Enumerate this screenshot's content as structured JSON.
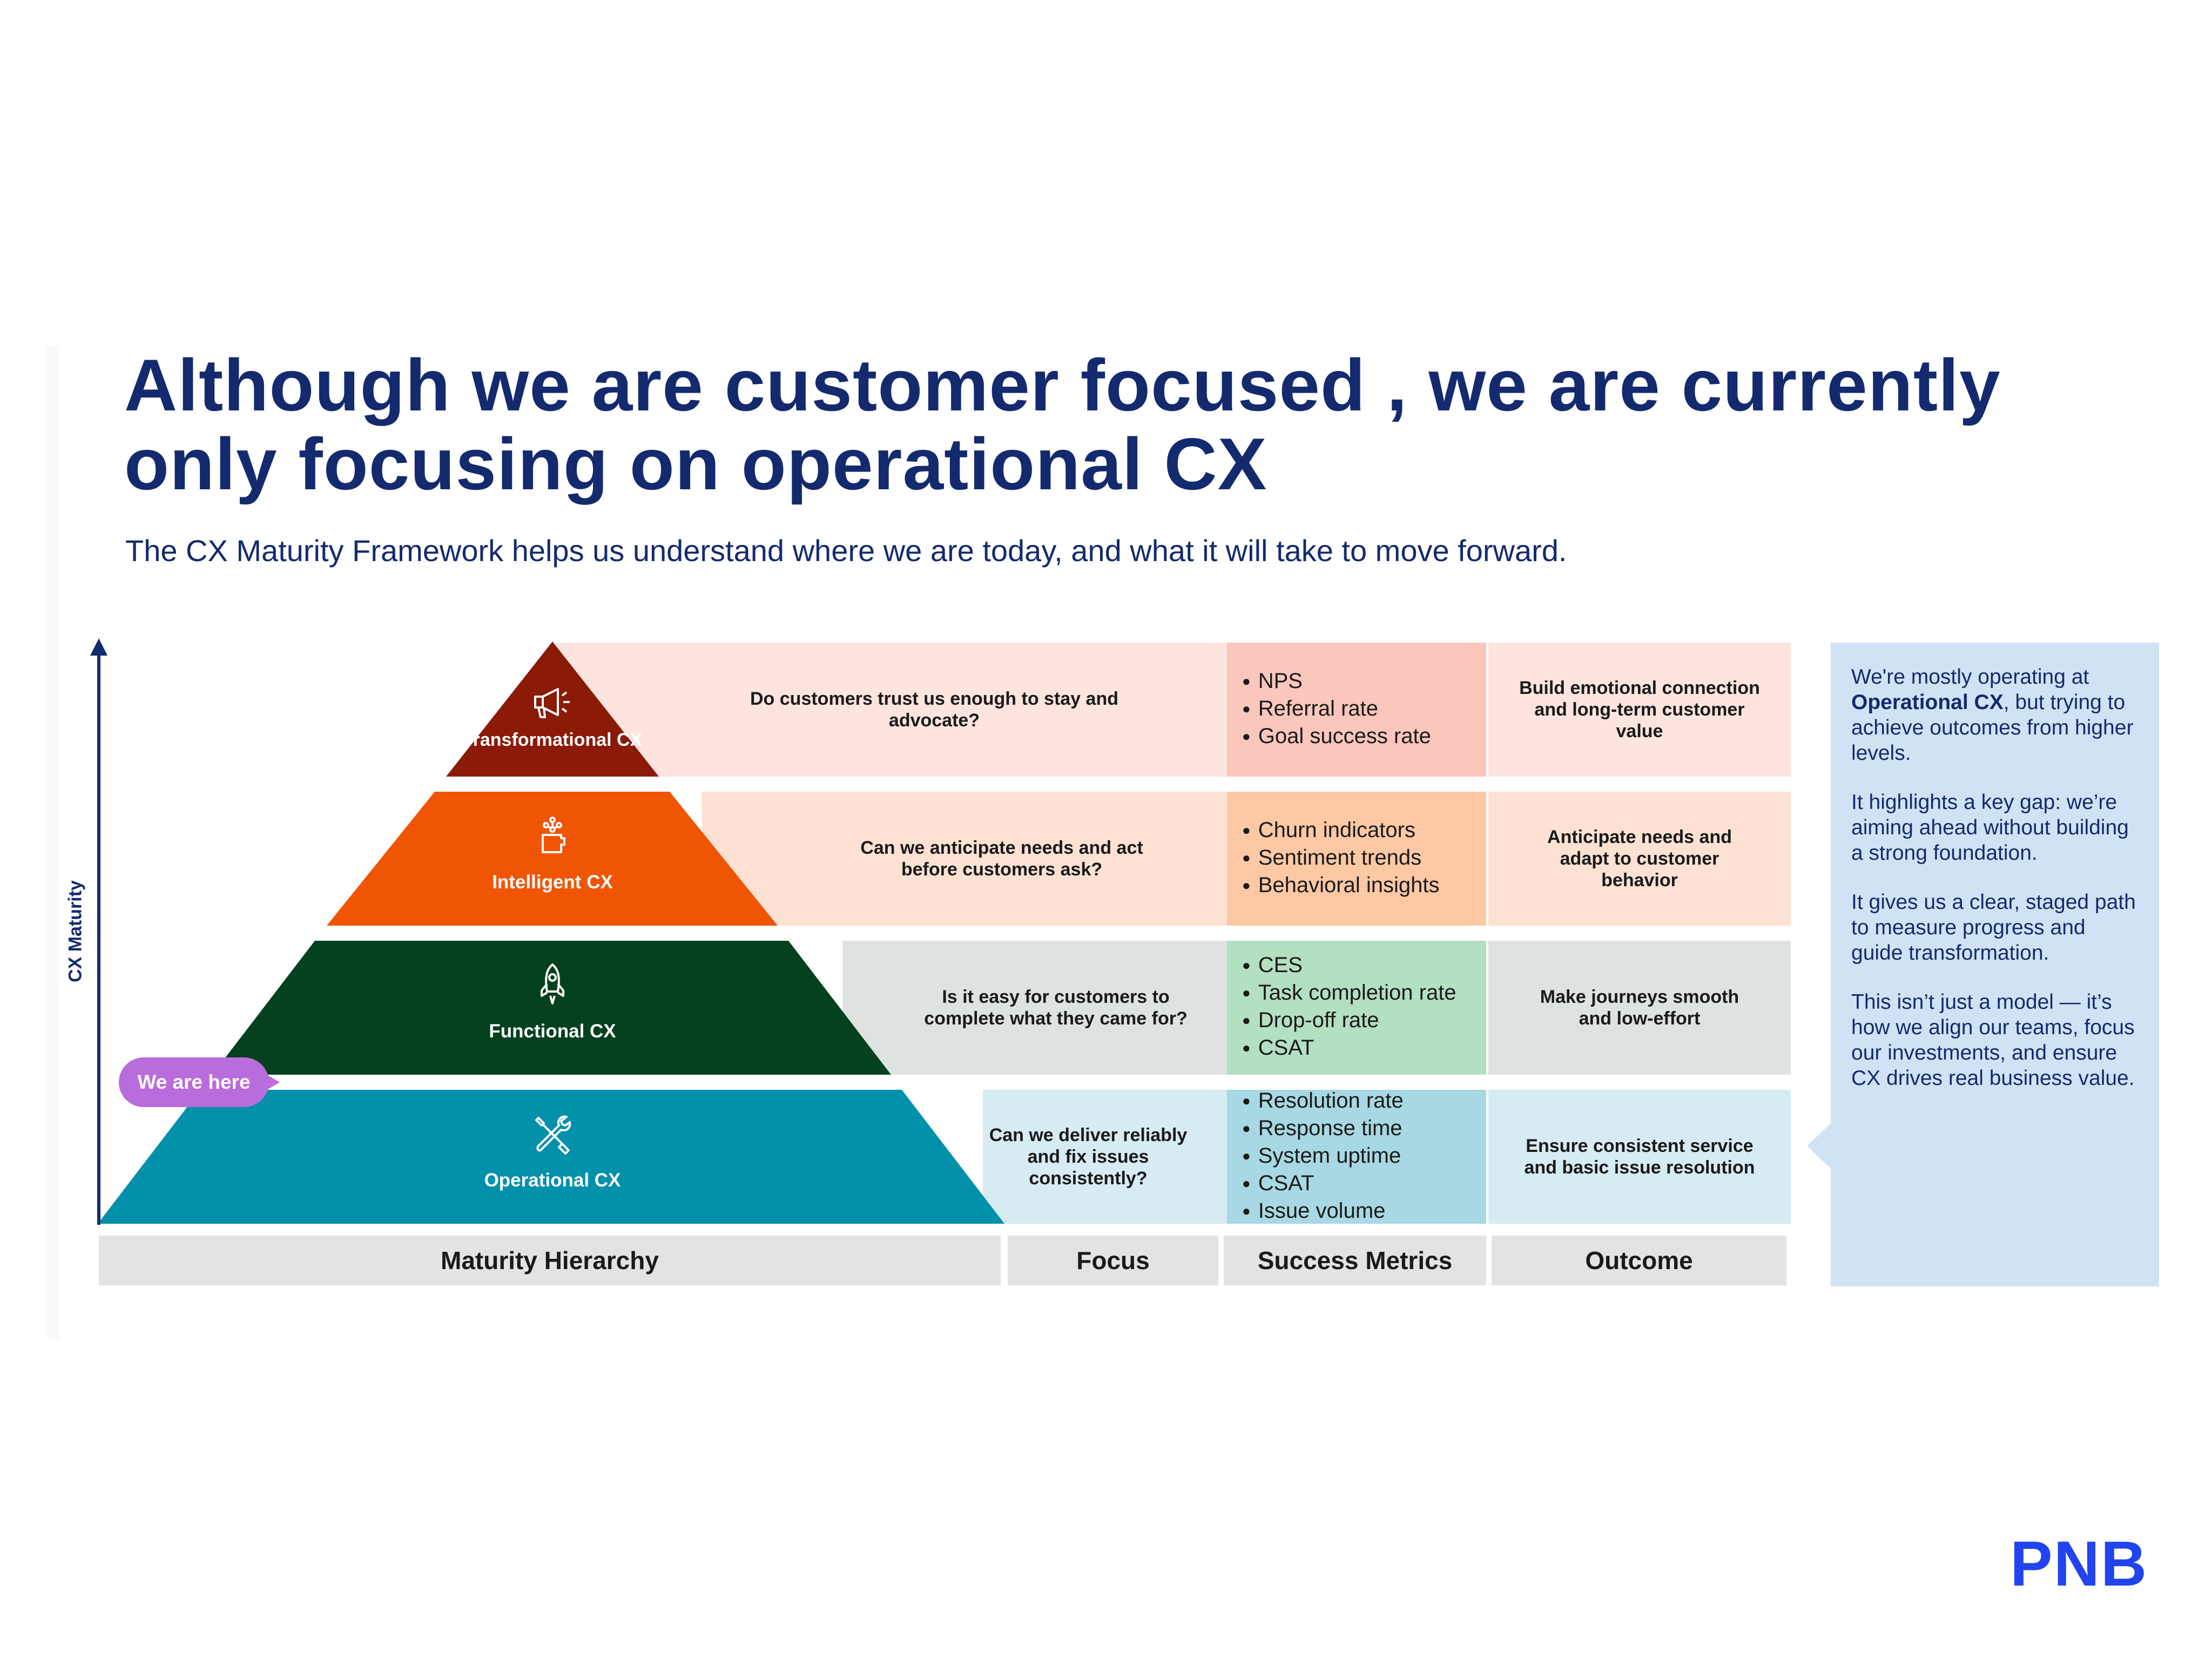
{
  "slide": {
    "title": "Although we are customer focused , we are currently only focusing on operational CX",
    "subtitle": "The CX Maturity Framework helps us understand where we are today, and what it will take to move forward."
  },
  "diagram": {
    "axis_label": "CX Maturity",
    "badge": "We are here",
    "tiers": [
      {
        "name": "Transformational CX",
        "icon": "megaphone-icon",
        "focus": "Do customers trust us enough to stay and advocate?",
        "metrics": [
          "NPS",
          "Referral rate",
          "Goal success rate"
        ],
        "outcome": "Build emotional connection and long-term customer value",
        "colors": {
          "tier": "#8b1a06",
          "band": "#fde4df",
          "metrics": "#fbc6bc"
        }
      },
      {
        "name": "Intelligent CX",
        "icon": "brain-head-icon",
        "focus": "Can we anticipate needs and act before customers ask?",
        "metrics": [
          "Churn indicators",
          "Sentiment trends",
          "Behavioral insights"
        ],
        "outcome": "Anticipate needs and adapt to customer behavior",
        "colors": {
          "tier": "#f05504",
          "band": "#fde2d3",
          "metrics": "#fdc8a4"
        }
      },
      {
        "name": "Functional CX",
        "icon": "rocket-icon",
        "focus": "Is it easy for customers to complete what they came for?",
        "metrics": [
          "CES",
          "Task completion rate",
          "Drop-off rate",
          "CSAT"
        ],
        "outcome": "Make journeys smooth and low-effort",
        "colors": {
          "tier": "#03411f",
          "band": "#dfe3e0",
          "metrics": "#b3dfc2"
        }
      },
      {
        "name": "Operational CX",
        "icon": "tools-icon",
        "focus": "Can we deliver reliably and fix issues consistently?",
        "metrics": [
          "Resolution rate",
          "Response time",
          "System uptime",
          "CSAT",
          "Issue volume"
        ],
        "outcome": "Ensure consistent service and basic issue resolution",
        "colors": {
          "tier": "#0390ab",
          "band": "#d6ebf2",
          "metrics": "#a7d8e3"
        }
      }
    ],
    "columns": {
      "hierarchy": "Maturity Hierarchy",
      "focus": "Focus",
      "metrics": "Success Metrics",
      "outcome": "Outcome"
    }
  },
  "side_note": {
    "p1_pre": "We're mostly operating at ",
    "p1_bold": "Operational CX",
    "p1_post": ", but trying to achieve outcomes from higher levels.",
    "p2": "It highlights a key gap: we’re aiming ahead without building a strong foundation.",
    "p3": "It gives us a clear, staged path to measure progress and guide transformation.",
    "p4": "This isn’t just a model — it’s how we align our teams, focus our investments, and ensure CX drives real business value."
  },
  "brand": {
    "logo": "PNB",
    "colors": {
      "navy": "#142a6e",
      "logo_blue": "#2143f0",
      "badge": "#b96cdb",
      "side_panel": "#cfe3f4"
    }
  }
}
